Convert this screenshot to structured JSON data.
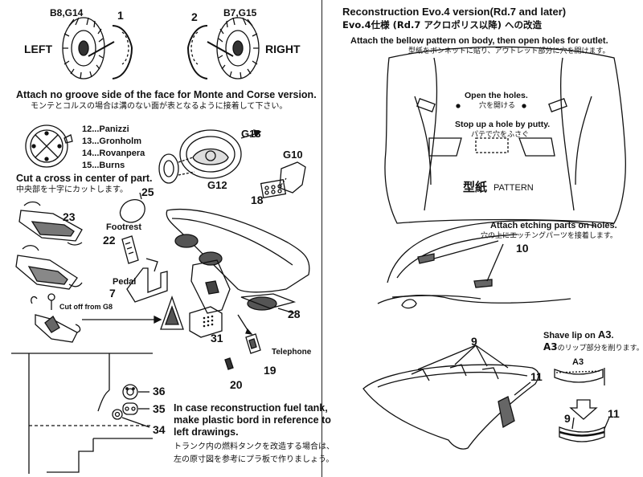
{
  "left": {
    "brake_rotor_left_parts": "B8,G14",
    "brake_rotor_left_num": "1",
    "brake_rotor_right_parts": "B7,G15",
    "brake_rotor_right_num": "2",
    "side_left": "LEFT",
    "side_right": "RIGHT",
    "attach_en": "Attach no groove side of the face for Monte and Corse version.",
    "attach_jp": "モンテとコルスの場合は溝のない面が表となるように接着して下さい。",
    "drivers": [
      {
        "num": "12",
        "name": "...Panizzi"
      },
      {
        "num": "13",
        "name": "...Gronholm"
      },
      {
        "num": "14",
        "name": "...Rovanpera"
      },
      {
        "num": "15",
        "name": "...Burns"
      }
    ],
    "steering_parts": {
      "top": "G13",
      "bottom": "G12"
    },
    "gauge_parts": {
      "top": "G10",
      "num": "18"
    },
    "cut_cross_en": "Cut a cross in center of part.",
    "cut_cross_jp": "中央部を十字にカットします。",
    "part_25": "25",
    "part_23": "23",
    "footrest_label": "Footrest",
    "part_22": "22",
    "pedal_label": "Pedal",
    "part_7": "7",
    "cut_off_label": "Cut off from G8",
    "part_28": "28",
    "part_31": "31",
    "telephone_label": "Telephone",
    "part_19": "19",
    "part_20": "20",
    "part_36": "36",
    "part_35": "35",
    "part_34": "34",
    "fuel_tank_en_1": "In case reconstruction fuel tank,",
    "fuel_tank_en_2": "make plastic bord in reference to",
    "fuel_tank_en_3": "left drawings.",
    "fuel_tank_jp_1": "トランク内の燃料タンクを改造する場合は、",
    "fuel_tank_jp_2": "左の原寸図を参考にプラ板で作りましょう。"
  },
  "right": {
    "title_en": "Reconstruction Evo.4 version(Rd.7 and later)",
    "title_jp": "Evo.4仕様 (Rd.7 アクロポリス以降) への改造",
    "bellow_en": "Attach the bellow pattern on body, then open holes for outlet.",
    "bellow_jp": "型紙をボンネットに貼り、アウトレット部分に穴を開けます。",
    "open_holes_en": "Open the holes.",
    "open_holes_jp": "穴を開ける",
    "putty_en": "Stop up a hole by putty.",
    "putty_jp": "パテで穴をふさぐ",
    "pattern_jp": "型紙",
    "pattern_en": "PATTERN",
    "etching_en": "Attach etching parts on holes.",
    "etching_jp": "穴の上にエッチングパーツを接着します。",
    "part_10": "10",
    "part_9": "9",
    "part_11": "11",
    "shave_en_prefix": "Shave lip on ",
    "shave_en_part": "A3",
    "shave_en_suffix": ".",
    "shave_jp_part": "A3",
    "shave_jp_rest": "のリップ部分を削ります。",
    "shave_a3_label": "A3",
    "shave_result_9": "9",
    "shave_result_11": "11"
  }
}
